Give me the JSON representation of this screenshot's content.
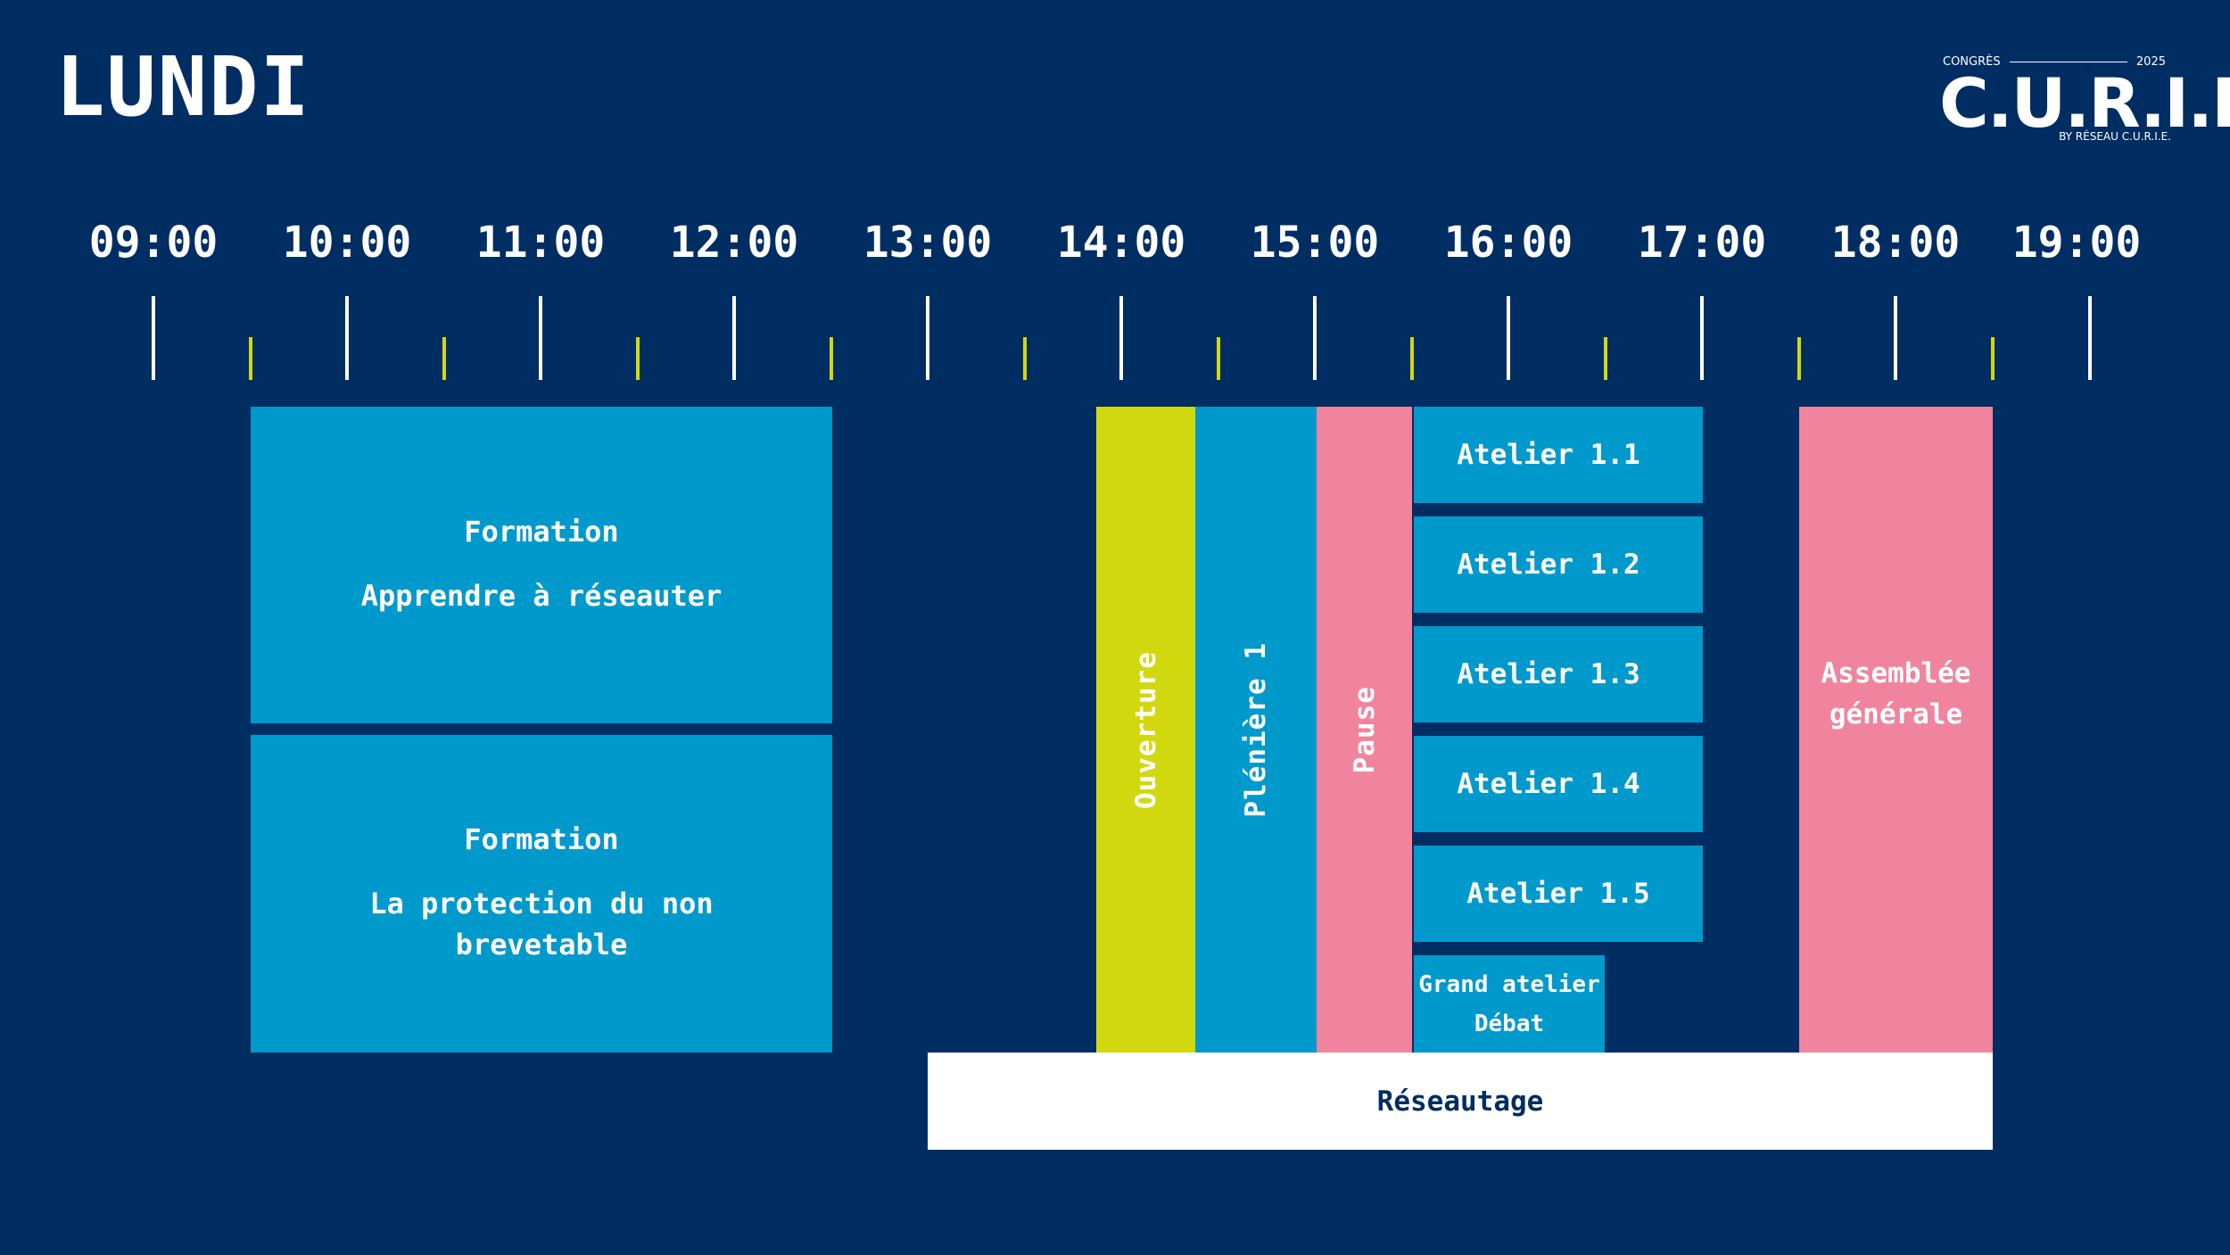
{
  "day": "LUNDI",
  "logo": {
    "top_left": "CONGRÈS",
    "top_right": "2025",
    "wordmark": "C.U.R.I.E.",
    "byline": "BY RÉSEAU C.U.R.I.E."
  },
  "hours": [
    "09:00",
    "10:00",
    "11:00",
    "12:00",
    "13:00",
    "14:00",
    "15:00",
    "16:00",
    "17:00",
    "18:00",
    "19:00"
  ],
  "sessions": {
    "formation1": {
      "title": "Formation",
      "subtitle": "Apprendre à réseauter"
    },
    "formation2": {
      "title": "Formation",
      "subtitle": "La protection du non brevetable"
    },
    "ouverture": "Ouverture",
    "pleniere": "Plénière 1",
    "pause": "Pause",
    "ateliers": [
      "Atelier 1.1",
      "Atelier 1.2",
      "Atelier 1.3",
      "Atelier 1.4",
      "Atelier 1.5"
    ],
    "grand_atelier": {
      "line1": "Grand atelier",
      "line2": "Débat"
    },
    "assemblee": "Assemblée générale",
    "reseautage": "Réseautage"
  },
  "colors": {
    "background": "#002d62",
    "blue": "#0099cc",
    "yellow": "#d2d80e",
    "pink": "#f0849e",
    "white": "#ffffff"
  }
}
